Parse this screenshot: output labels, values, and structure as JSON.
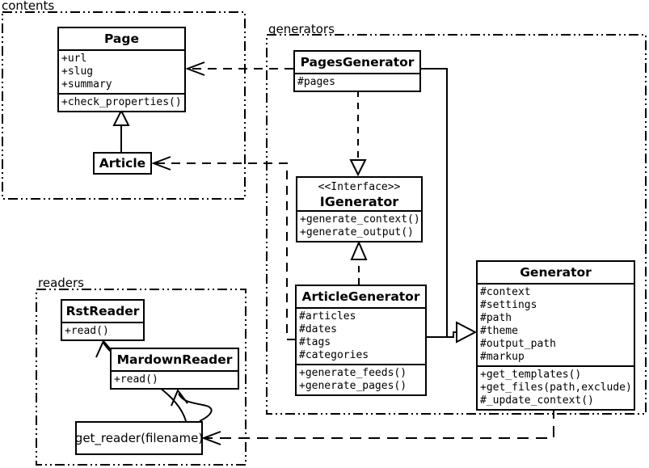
{
  "colors": {
    "ink": "#000000",
    "paper": "#ffffff"
  },
  "packages": {
    "contents": {
      "label": "contents"
    },
    "generators": {
      "label": "generators"
    },
    "readers": {
      "label": "readers"
    }
  },
  "classes": {
    "page": {
      "name": "Page",
      "attributes": [
        "+url",
        "+slug",
        "+summary"
      ],
      "methods": [
        "+check_properties()"
      ]
    },
    "article": {
      "name": "Article"
    },
    "pages_generator": {
      "name": "PagesGenerator",
      "attributes": [
        "#pages"
      ]
    },
    "igenerator": {
      "stereotype": "<<Interface>>",
      "name": "IGenerator",
      "methods": [
        "+generate_context()",
        "+generate_output()"
      ]
    },
    "article_generator": {
      "name": "ArticleGenerator",
      "attributes": [
        "#articles",
        "#dates",
        "#tags",
        "#categories"
      ],
      "methods": [
        "+generate_feeds()",
        "+generate_pages()"
      ]
    },
    "generator": {
      "name": "Generator",
      "attributes": [
        "#context",
        "#settings",
        "#path",
        "#theme",
        "#output_path",
        "#markup"
      ],
      "methods": [
        "+get_templates()",
        "+get_files(path,exclude)",
        "#_update_context()"
      ]
    },
    "rst_reader": {
      "name": "RstReader",
      "methods": [
        "+read()"
      ]
    },
    "mardown_reader": {
      "name": "MardownReader",
      "methods": [
        "+read()"
      ]
    }
  },
  "functions": {
    "get_reader": {
      "label": "get_reader(filename)"
    }
  }
}
